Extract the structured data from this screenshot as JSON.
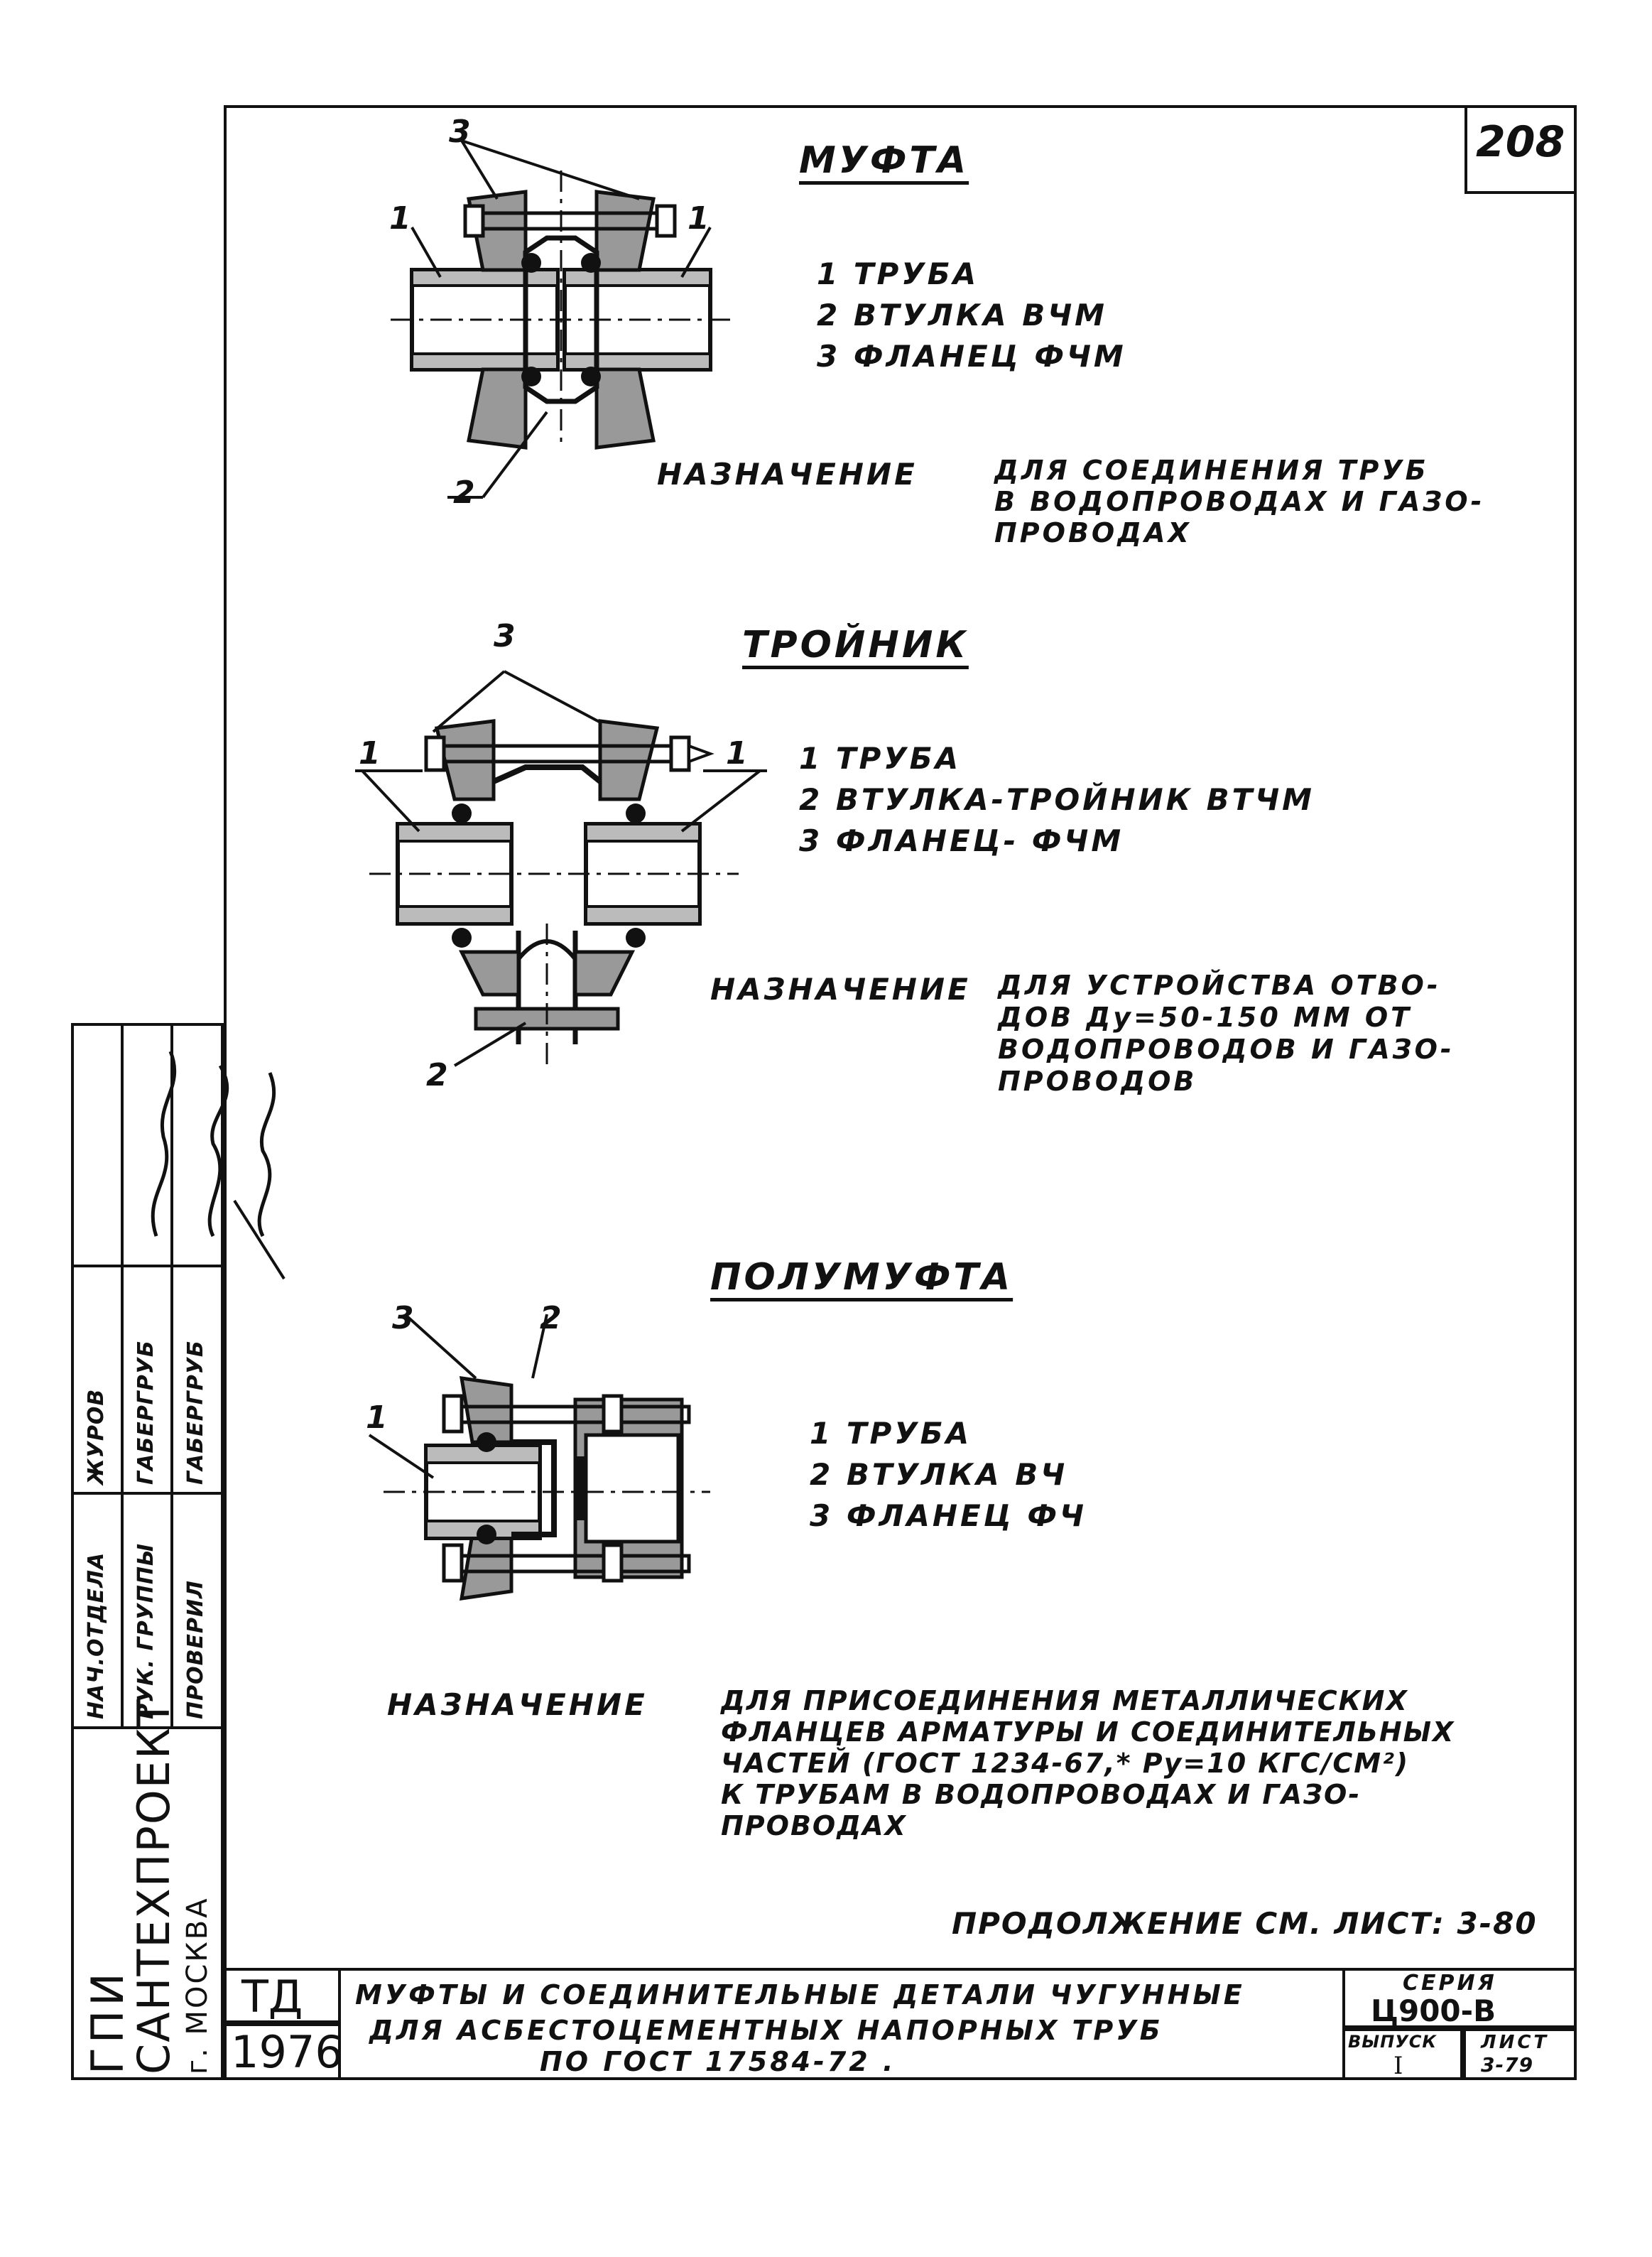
{
  "sheet_no": "208",
  "sections": {
    "mufta": {
      "title": "МУФТА",
      "items": [
        "1  ТРУБА",
        "2  ВТУЛКА ВЧМ",
        "3  ФЛАНЕЦ ФЧМ"
      ],
      "purpose_label": "НАЗНАЧЕНИЕ",
      "purpose_lines": [
        "ДЛЯ СОЕДИНЕНИЯ ТРУБ",
        "В ВОДОПРОВОДАХ И ГАЗО-",
        "ПРОВОДАХ"
      ],
      "callouts": {
        "c1l": "1",
        "c1r": "1",
        "c2": "2",
        "c3": "3"
      }
    },
    "troynik": {
      "title": "ТРОЙНИК",
      "items": [
        "1  ТРУБА",
        "2  ВТУЛКА-ТРОЙНИК ВТЧМ",
        "3  ФЛАНЕЦ- ФЧМ"
      ],
      "purpose_label": "НАЗНАЧЕНИЕ",
      "purpose_lines": [
        "ДЛЯ УСТРОЙСТВА ОТВО-",
        "ДОВ Ду=50-150 ММ ОТ",
        "ВОДОПРОВОДОВ И ГАЗО-",
        "ПРОВОДОВ"
      ],
      "callouts": {
        "c1l": "1",
        "c1r": "1",
        "c2": "2",
        "c3": "3"
      }
    },
    "polumufta": {
      "title": "ПОЛУМУФТА",
      "items": [
        "1  ТРУБА",
        "2  ВТУЛКА ВЧ",
        "3  ФЛАНЕЦ ФЧ"
      ],
      "purpose_label": "НАЗНАЧЕНИЕ",
      "purpose_lines": [
        "ДЛЯ ПРИСОЕДИНЕНИЯ МЕТАЛЛИЧЕСКИХ",
        "ФЛАНЦЕВ АРМАТУРЫ И СОЕДИНИТЕЛЬНЫХ",
        "ЧАСТЕЙ (ГОСТ 1234-67,* Ру=10 КГС/СМ²)",
        "К ТРУБАМ В ВОДОПРОВОДАХ И ГАЗО-",
        "ПРОВОДАХ"
      ],
      "callouts": {
        "c1": "1",
        "c2": "2",
        "c3": "3"
      }
    }
  },
  "continuation": "ПРОДОЛЖЕНИЕ СМ. ЛИСТ: 3-80",
  "title_block": {
    "td": "ТД",
    "year": "1976",
    "title_lines": [
      "МУФТЫ И СОЕДИНИТЕЛЬНЫЕ ДЕТАЛИ ЧУГУННЫЕ",
      "ДЛЯ АСБЕСТОЦЕМЕНТНЫХ НАПОРНЫХ ТРУБ",
      "ПО ГОСТ 17584-72 ."
    ],
    "series_label": "СЕРИЯ",
    "series_value": "Ц900-В",
    "issue_label": "ВЫПУСК",
    "issue_value": "I",
    "sheet_label": "ЛИСТ",
    "sheet_value": "3-79"
  },
  "side_block": {
    "org_line1": "ГПИ",
    "org_line2": "САНТЕХПРОЕКТ",
    "org_line3": "г. МОСКВА",
    "roles": [
      "НАЧ.ОТДЕЛА",
      "РУК. ГРУППЫ",
      "ПРОВЕРИЛ"
    ],
    "names": [
      "ЖУРОВ",
      "ГАБЕРГРУБ",
      "ГАБЕРГРУБ"
    ]
  }
}
